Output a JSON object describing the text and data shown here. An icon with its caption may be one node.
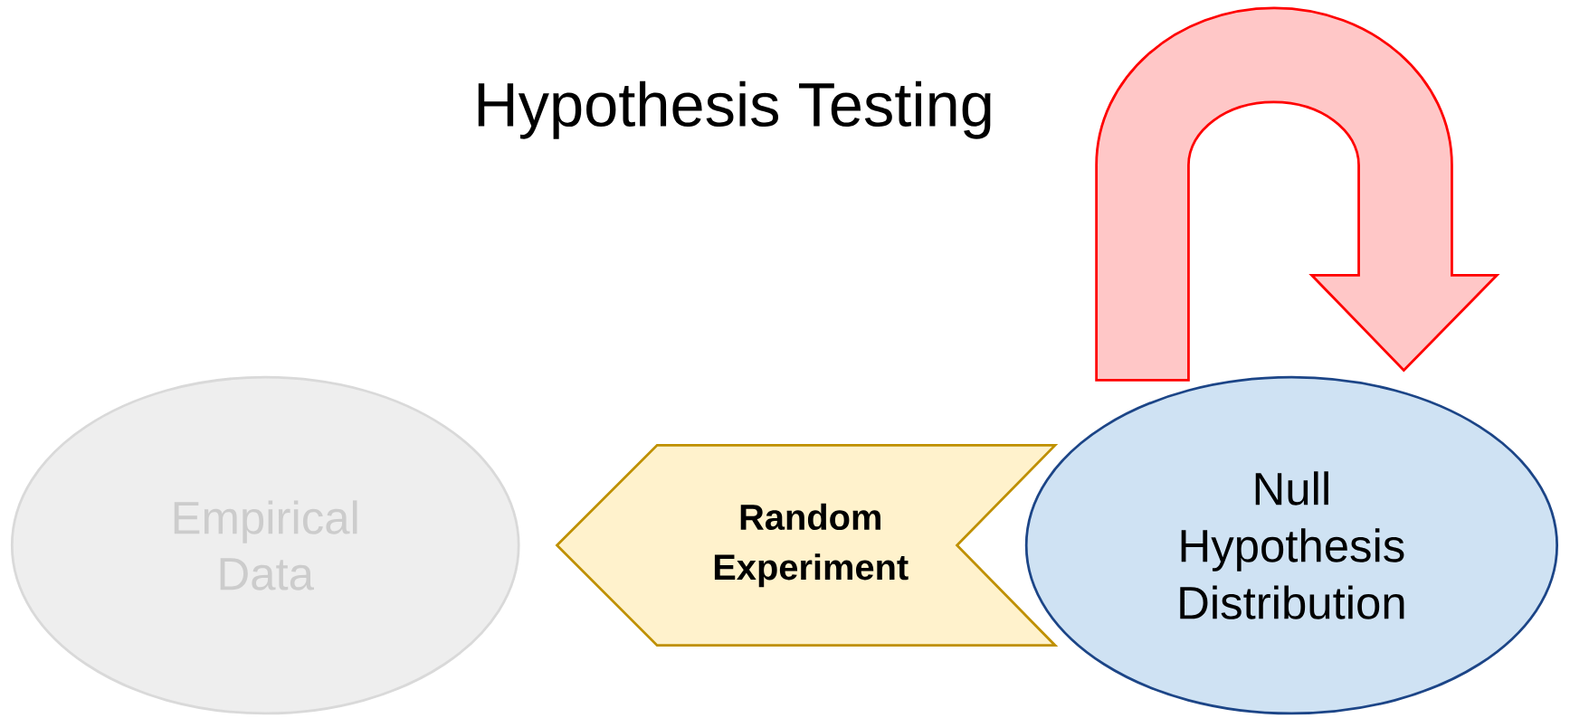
{
  "diagram": {
    "title": "Hypothesis Testing",
    "nodes": [
      {
        "text": [
          "Empirical Data"
        ]
      },
      {
        "text": [
          "Null Hypothesis Distribution"
        ]
      }
    ],
    "edges": [
      {
        "from": 1,
        "to": 1,
        "arrow": "to",
        "style": "thick",
        "color": "#ff0000"
      },
      {
        "from": 1,
        "to": 0,
        "arrow": "to",
        "style": "thick",
        "color": "#bf9000",
        "label": "Random Experiment"
      }
    ]
  }
}
